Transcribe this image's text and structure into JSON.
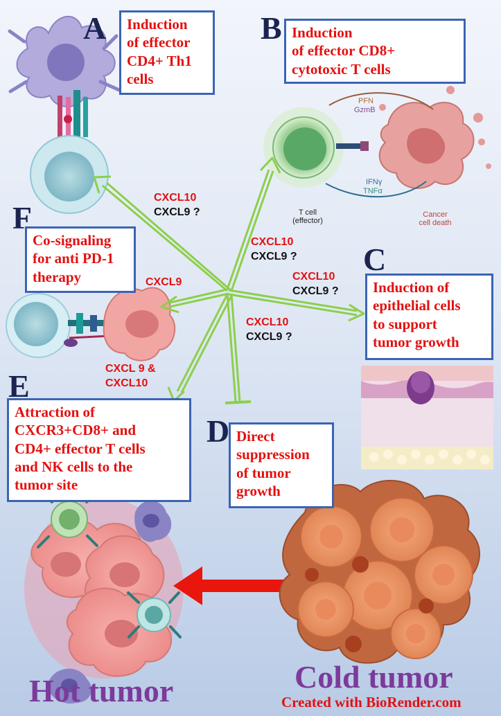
{
  "letters": {
    "a": "A",
    "b": "B",
    "c": "C",
    "d": "D",
    "e": "E",
    "f": "F"
  },
  "boxes": {
    "a": [
      "Induction",
      "of effector",
      "CD4+ Th1",
      "cells"
    ],
    "b": [
      "Induction",
      "of effector CD8+",
      "cytotoxic T cells"
    ],
    "c": [
      "Induction of",
      "epithelial cells",
      "to support",
      "tumor growth"
    ],
    "d": [
      "Direct",
      "suppression",
      "of tumor",
      "growth"
    ],
    "e": [
      "Attraction of",
      "CXCR3+CD8+ and",
      "CD4+  effector T cells",
      "and NK cells to the",
      "tumor site"
    ],
    "f": [
      "Co-signaling",
      "for anti PD-1",
      "therapy"
    ]
  },
  "labels": {
    "a_cxcl10": "CXCL10",
    "a_cxcl9": "CXCL9 ?",
    "b_cxcl10": "CXCL10",
    "b_cxcl9": "CXCL9 ?",
    "c_cxcl10": "CXCL10",
    "c_cxcl9": "CXCL9 ?",
    "d_cxcl10": "CXCL10",
    "d_cxcl9": "CXCL9 ?",
    "f_cxcl9": "CXCL9",
    "e_line1": "CXCL 9 &",
    "e_line2": "CXCL10"
  },
  "panel_b": {
    "pfn": "PFN",
    "gzmb": "GzmB",
    "ifng": "IFNγ",
    "tnfa": "TNFα",
    "tcell_1": "T cell",
    "tcell_2": "(effector)",
    "death_1": "Cancer",
    "death_2": "cell death"
  },
  "bottom": {
    "hot": "Hot tumor",
    "cold": "Cold tumor",
    "credit": "Created with BioRender.com"
  },
  "colors": {
    "box_text": "#e31010",
    "box_border": "#3a64b4",
    "arrow": "#8ccf4a",
    "big_text": "#7b3b9a",
    "red_arrow": "#e8160c"
  }
}
